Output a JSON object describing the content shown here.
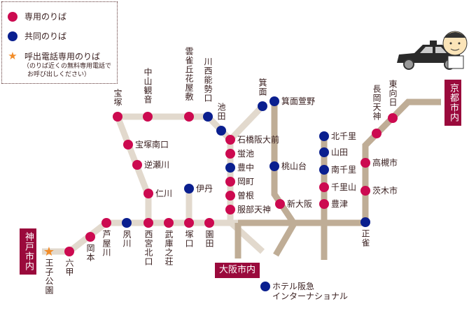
{
  "legend": {
    "exclusive": "専用のりば",
    "shared": "共同のりば",
    "phone": "呼出電話専用のりば",
    "phone_note_1": "（のりば近くの無料専用電話で",
    "phone_note_2": "お呼び出しください）"
  },
  "colors": {
    "exclusive": "#cc0a50",
    "shared": "#0a1f8f",
    "star": "#f28c28",
    "line_light": "#e2d9cd",
    "line_dark": "#bfad96",
    "city": "#9a0a3c"
  },
  "cities": {
    "kobe": "神戸市内",
    "kyoto": "京都市内",
    "osaka": "大阪市内"
  },
  "stations": [
    {
      "name": "宝塚",
      "type": "exclusive"
    },
    {
      "name": "中山観音",
      "type": "exclusive"
    },
    {
      "name": "雲雀丘花屋敷",
      "type": "exclusive"
    },
    {
      "name": "川西能勢口",
      "type": "shared"
    },
    {
      "name": "池田",
      "type": "shared"
    },
    {
      "name": "石橋阪大前",
      "type": "exclusive"
    },
    {
      "name": "蛍池",
      "type": "exclusive"
    },
    {
      "name": "豊中",
      "type": "shared"
    },
    {
      "name": "岡町",
      "type": "exclusive"
    },
    {
      "name": "曽根",
      "type": "exclusive"
    },
    {
      "name": "服部天神",
      "type": "exclusive"
    },
    {
      "name": "箕面",
      "type": "shared"
    },
    {
      "name": "箕面萱野",
      "type": "shared"
    },
    {
      "name": "桃山台",
      "type": "shared"
    },
    {
      "name": "新大阪",
      "type": "exclusive"
    },
    {
      "name": "北千里",
      "type": "shared"
    },
    {
      "name": "山田",
      "type": "shared"
    },
    {
      "name": "南千里",
      "type": "shared"
    },
    {
      "name": "千里山",
      "type": "exclusive"
    },
    {
      "name": "豊津",
      "type": "exclusive"
    },
    {
      "name": "高槻市",
      "type": "exclusive"
    },
    {
      "name": "茨木市",
      "type": "exclusive"
    },
    {
      "name": "正雀",
      "type": "shared"
    },
    {
      "name": "長岡天神",
      "type": "exclusive"
    },
    {
      "name": "東向日",
      "type": "exclusive"
    },
    {
      "name": "宝塚南口",
      "type": "exclusive"
    },
    {
      "name": "逆瀬川",
      "type": "exclusive"
    },
    {
      "name": "仁川",
      "type": "exclusive"
    },
    {
      "name": "伊丹",
      "type": "shared"
    },
    {
      "name": "園田",
      "type": "exclusive"
    },
    {
      "name": "塚口",
      "type": "exclusive"
    },
    {
      "name": "武庫之荘",
      "type": "exclusive"
    },
    {
      "name": "西宮北口",
      "type": "exclusive"
    },
    {
      "name": "夙川",
      "type": "shared"
    },
    {
      "name": "芦屋川",
      "type": "exclusive"
    },
    {
      "name": "岡本",
      "type": "exclusive"
    },
    {
      "name": "六甲",
      "type": "exclusive"
    },
    {
      "name": "王子公園",
      "type": "phone"
    },
    {
      "name": "ホテル阪急",
      "name2": "インターナショナル",
      "type": "shared"
    }
  ]
}
